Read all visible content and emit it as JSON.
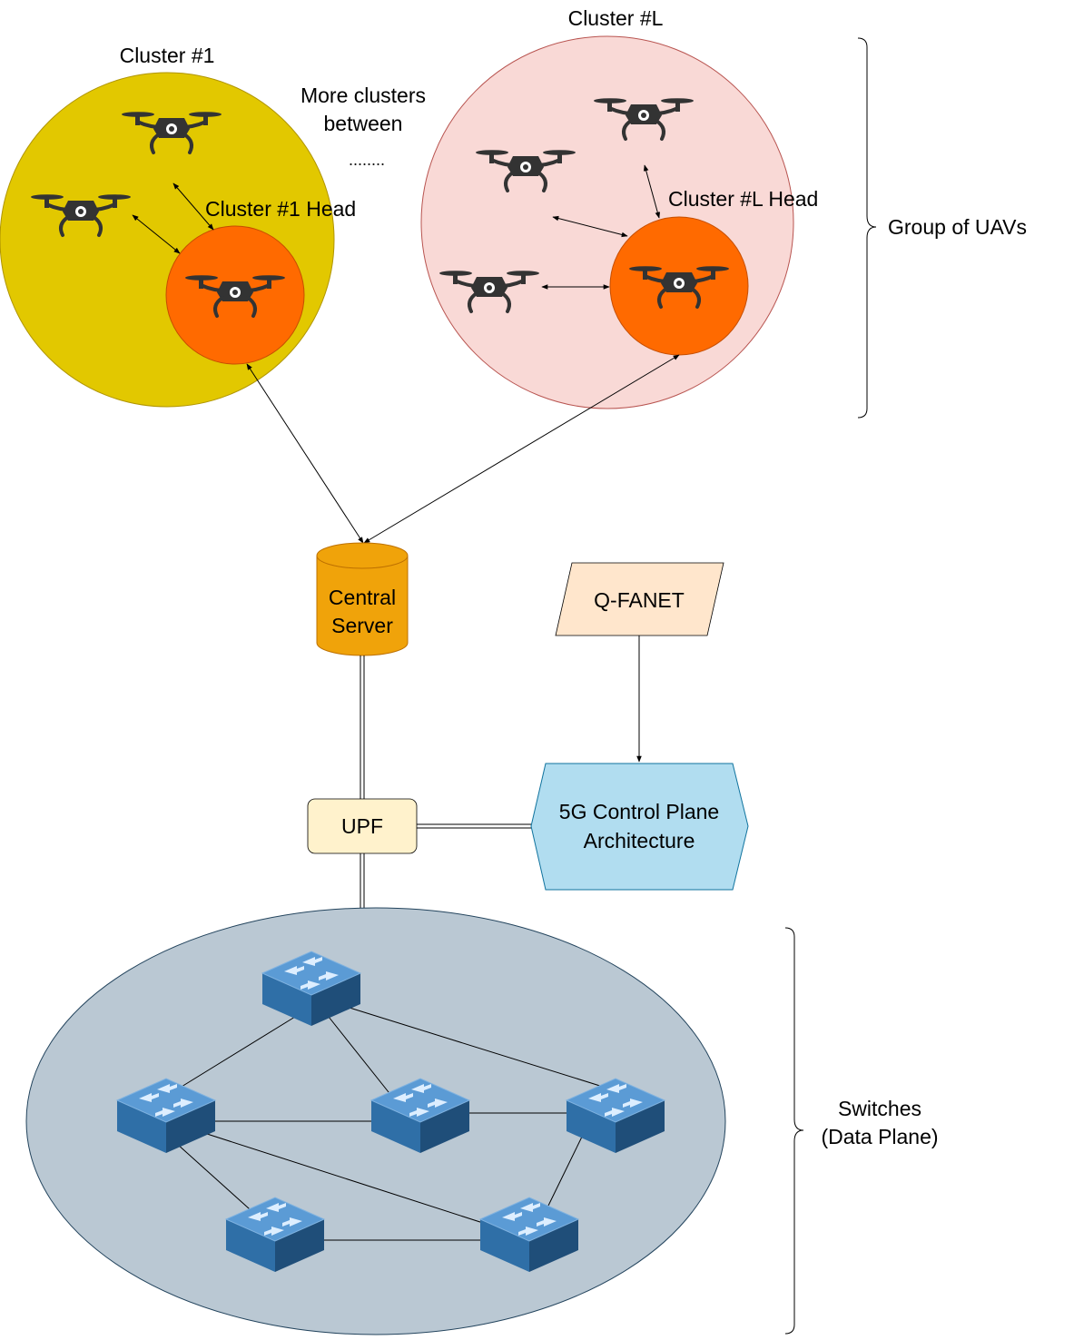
{
  "clusters": {
    "first": {
      "title": "Cluster #1",
      "head_label": "Cluster #1 Head",
      "color": "#E2C800",
      "head_color": "#FF6A00"
    },
    "last": {
      "title": "Cluster #L",
      "head_label": "Cluster #L Head",
      "color": "#F9D9D6",
      "head_color": "#FF6A00"
    }
  },
  "more_clusters": {
    "line1": "More clusters",
    "line2": "between",
    "dots": "........"
  },
  "group_label": "Group of UAVs",
  "central_server": {
    "line1": "Central",
    "line2": "Server",
    "color": "#F0A30A"
  },
  "qfanet": {
    "label": "Q-FANET",
    "color": "#FFE6CC"
  },
  "upf": {
    "label": "UPF",
    "color": "#FFF2CC"
  },
  "control_plane": {
    "line1": "5G Control Plane",
    "line2": "Architecture",
    "color": "#B1DDF0"
  },
  "data_plane": {
    "line1": "Switches",
    "line2": "(Data Plane)",
    "color": "#BAC8D3"
  },
  "icons": {
    "uav": "drone-icon",
    "switch": "network-switch-icon"
  }
}
